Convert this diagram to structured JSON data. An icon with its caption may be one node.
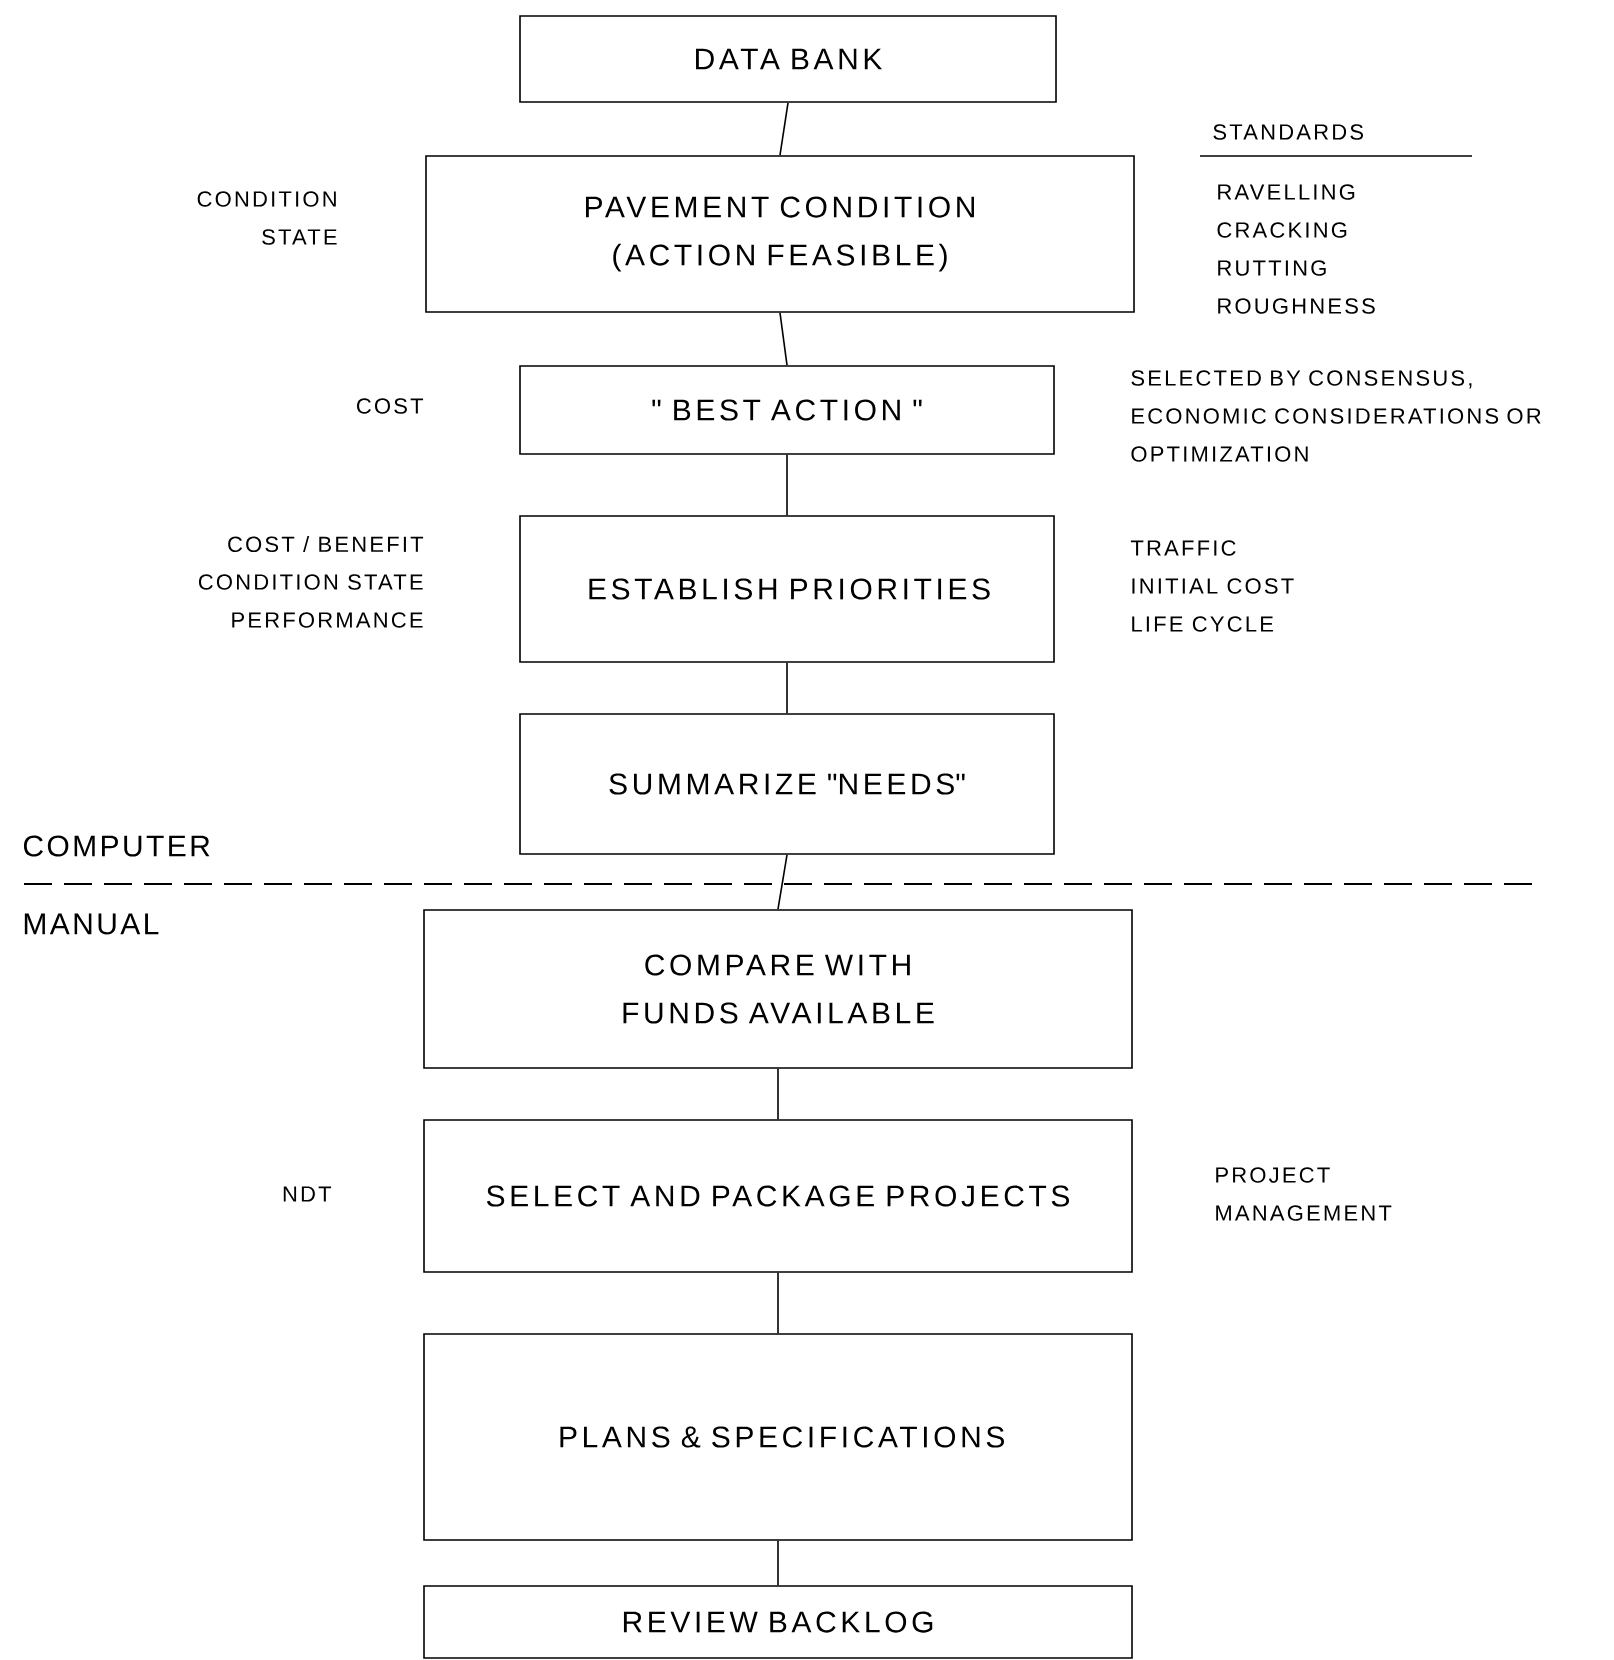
{
  "diagram": {
    "nodes": [
      {
        "text": [
          "DATA BANK"
        ]
      },
      {
        "text": [
          "PAVEMENT CONDITION (ACTION FEASIBLE)"
        ]
      },
      {
        "text": [
          "\" BEST ACTION \""
        ]
      },
      {
        "text": [
          "ESTABLISH PRIORITIES"
        ]
      },
      {
        "text": [
          "SUMMARIZE \"NEEDS\""
        ]
      },
      {
        "text": [
          "COMPARE WITH FUNDS AVAILABLE"
        ]
      },
      {
        "text": [
          "SELECT AND PACKAGE PROJECTS"
        ]
      },
      {
        "text": [
          "PLANS & SPECIFICATIONS"
        ]
      },
      {
        "text": [
          "REVIEW BACKLOG"
        ]
      }
    ],
    "edges": [
      {
        "from": 0,
        "to": 1,
        "arrow": "none"
      },
      {
        "from": 1,
        "to": 2,
        "arrow": "none"
      },
      {
        "from": 2,
        "to": 3,
        "arrow": "none"
      },
      {
        "from": 3,
        "to": 4,
        "arrow": "none"
      },
      {
        "from": 4,
        "to": 5,
        "arrow": "none"
      },
      {
        "from": 5,
        "to": 6,
        "arrow": "none"
      },
      {
        "from": 6,
        "to": 7,
        "arrow": "none"
      },
      {
        "from": 7,
        "to": 8,
        "arrow": "none"
      }
    ],
    "labels": [
      "STANDARDS",
      "CONDITION STATE",
      "RAVELLING",
      "CRACKING",
      "RUTTING",
      "ROUGHNESS",
      "COST",
      "SELECTED BY CONSENSUS, ECONOMIC CONSIDERATIONS OR OPTIMIZATION",
      "COST / BENEFIT",
      "CONDITION STATE",
      "PERFORMANCE",
      "TRAFFIC",
      "INITIAL COST",
      "LIFE CYCLE",
      "COMPUTER",
      "MANUAL",
      "NDT",
      "PROJECT MANAGEMENT"
    ]
  }
}
